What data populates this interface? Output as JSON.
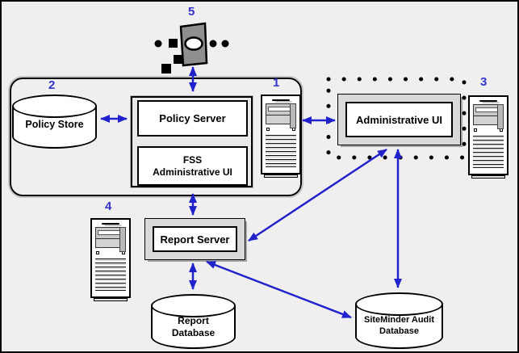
{
  "diagram": {
    "background": "#efefef",
    "accent_arrow_color": "#2222cc",
    "badge_color": "#3333cc",
    "badges": {
      "policy_server_host": "1",
      "policy_store": "2",
      "admin_ui_host": "3",
      "report_server_host": "4",
      "agent": "5"
    },
    "nodes": {
      "policy_store": {
        "label": "Policy Store"
      },
      "policy_server": {
        "label": "Policy Server"
      },
      "fss_admin_ui": {
        "line1": "FSS",
        "line2": "Administrative UI"
      },
      "admin_ui": {
        "label": "Administrative UI"
      },
      "report_server": {
        "label": "Report Server"
      },
      "report_database": {
        "line1": "Report",
        "line2": "Database"
      },
      "audit_database": {
        "line1": "SiteMinder Audit",
        "line2": "Database"
      }
    }
  }
}
